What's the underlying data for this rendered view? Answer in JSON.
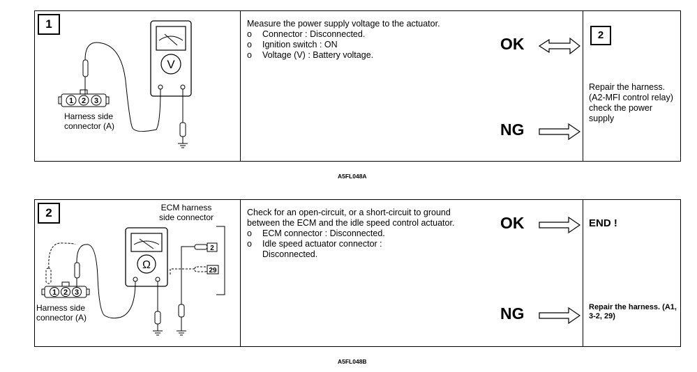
{
  "step1": {
    "number": "1",
    "connector_label": [
      "Harness side",
      "connector (A)"
    ],
    "pins": [
      "1",
      "2",
      "3"
    ],
    "meter_symbol": "V",
    "title": "Measure the power supply voltage to the actuator.",
    "conditions": [
      {
        "bullet": "o",
        "text": "Connector : Disconnected."
      },
      {
        "bullet": "o",
        "text": "Ignition switch : ON"
      },
      {
        "bullet": "o",
        "text": "Voltage (V) : Battery voltage."
      }
    ],
    "ok_label": "OK",
    "ng_label": "NG",
    "ok_next_step": "2",
    "ng_action": "Repair the harness. (A2-MFI control relay) check the power supply",
    "caption": "A5FL048A"
  },
  "step2": {
    "number": "2",
    "ecm_label": [
      "ECM harness",
      "side connector"
    ],
    "ecm_pins": [
      "2",
      "29"
    ],
    "connector_label": [
      "Harness side",
      "connector (A)"
    ],
    "pins": [
      "1",
      "2",
      "3"
    ],
    "meter_symbol": "Ω",
    "title": "Check for an open-circuit, or a short-circuit to ground between the ECM and the idle speed control actuator.",
    "conditions": [
      {
        "bullet": "o",
        "text": "ECM connector : Disconnected."
      },
      {
        "bullet": "o",
        "text": "Idle speed actuator connector : Disconnected."
      }
    ],
    "ok_label": "OK",
    "ng_label": "NG",
    "ok_action": "END !",
    "ng_action": "Repair the harness. (A1, 3-2, 29)",
    "caption": "A5FL048B"
  }
}
